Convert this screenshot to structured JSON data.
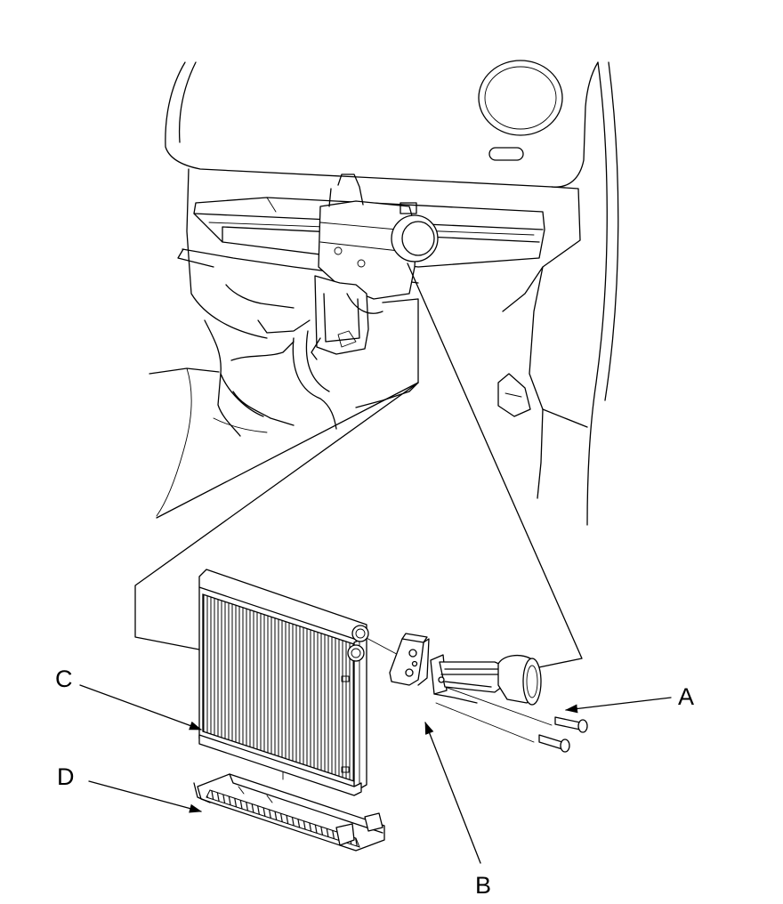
{
  "diagram": {
    "callouts": {
      "a": "A",
      "b": "B",
      "c": "C",
      "d": "D"
    }
  }
}
